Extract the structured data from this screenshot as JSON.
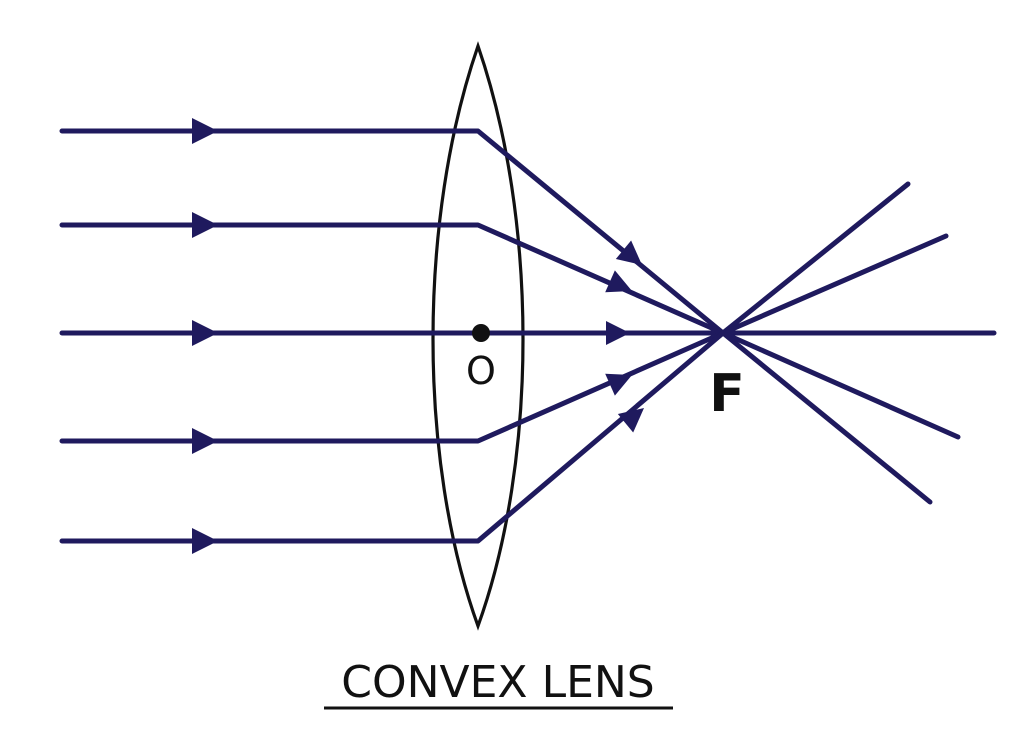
{
  "lens_label": "CONVEX LENS",
  "optical_center_label": "O",
  "focal_point_label": "F",
  "colors": {
    "ray": "#1f1a5e",
    "lens": "#111111",
    "text": "#111111",
    "background": "#ffffff"
  },
  "rays": [
    {
      "name": "ray-1",
      "position": "top"
    },
    {
      "name": "ray-2",
      "position": "upper"
    },
    {
      "name": "ray-3",
      "position": "principal-axis"
    },
    {
      "name": "ray-4",
      "position": "lower"
    },
    {
      "name": "ray-5",
      "position": "bottom"
    }
  ]
}
